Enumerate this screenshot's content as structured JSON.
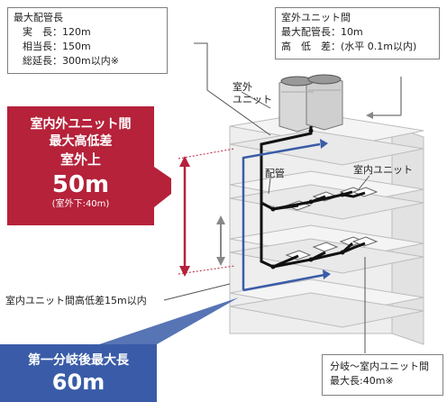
{
  "top_left_box": {
    "title": "最大配管長",
    "rows": [
      "実　長：120m",
      "相当長：150m",
      "総延長：300m以内※"
    ]
  },
  "top_right_box": {
    "title": "室外ユニット間",
    "rows": [
      "最大配管長：10m",
      "高　低　差：(水平 0.1m以内)"
    ]
  },
  "red_box": {
    "line1": "室内外ユニット間",
    "line2": "最大高低差",
    "line3": "室外上",
    "value": "50m",
    "sub": "(室外下:40m)"
  },
  "blue_box": {
    "title": "第一分岐後最大長",
    "value": "60m"
  },
  "bottom_right_box": {
    "line1": "分岐～室内ユニット間",
    "line2": "最大長:40m※"
  },
  "labels": {
    "outdoor_unit_1": "室外",
    "outdoor_unit_2": "ユニット",
    "piping": "配管",
    "indoor_unit": "室内ユニット",
    "indoor_height_diff": "室内ユニット間高低差15m以内"
  },
  "colors": {
    "red": "#b5223a",
    "blue": "#3a5ca8",
    "pipe_black": "#111111"
  }
}
